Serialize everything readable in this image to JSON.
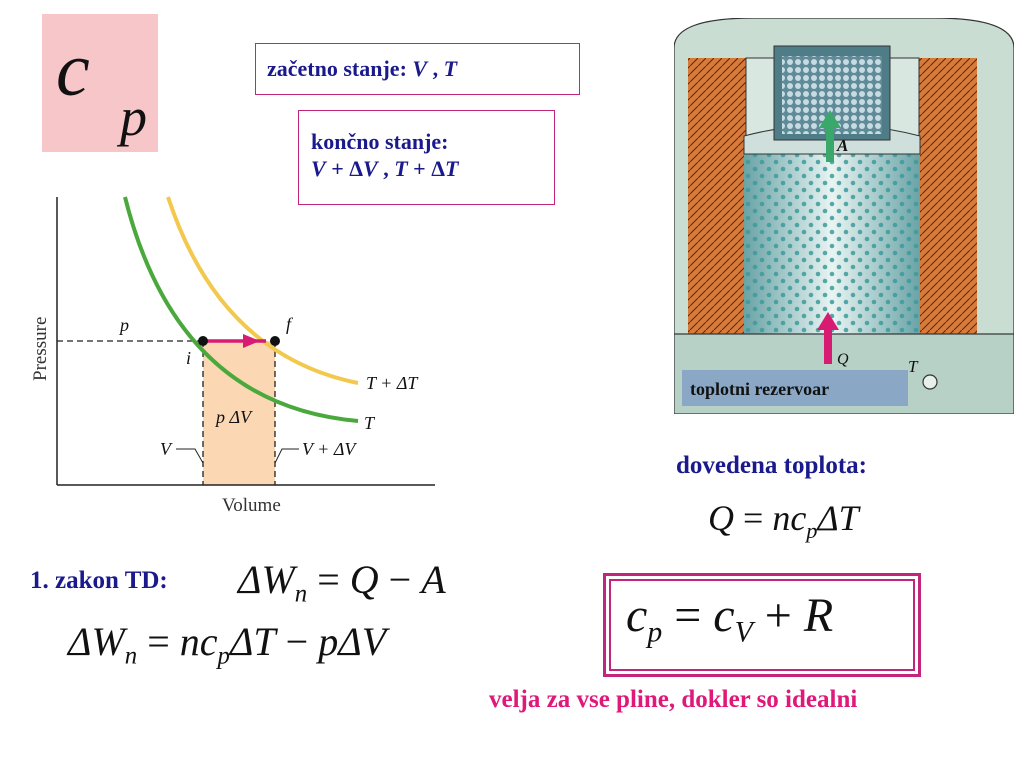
{
  "title_symbol": {
    "c": "c",
    "p": "p"
  },
  "initial_state": {
    "label": "začetno stanje:",
    "V": "V",
    "sep": " , ",
    "T": "T"
  },
  "final_state": {
    "label": "končno stanje:",
    "V": "V",
    "plus": " + ",
    "delta": "Δ",
    "sep": " , ",
    "T": "T"
  },
  "pv_diagram": {
    "ylabel": "Pressure",
    "xlabel": "Volume",
    "p_label": "p",
    "i_label": "i",
    "f_label": "f",
    "work_label": "p ΔV",
    "V_label": "V",
    "V_dV_label": "V + ΔV",
    "isotherm_T": "T",
    "isotherm_TdT": "T + ΔT"
  },
  "cylinder": {
    "reservoir_label": "toplotni rezervoar",
    "A_label": "A",
    "Q_label": "Q",
    "T_label": "T"
  },
  "heat": {
    "label": "dovedena toplota:",
    "Q": "Q",
    "eq": " = ",
    "n": "n",
    "c": "c",
    "p": "p",
    "dT": "ΔT"
  },
  "law": {
    "label": "1. zakon TD:",
    "dW": "ΔW",
    "n_sub": "n",
    "eq": " = ",
    "Q": "Q",
    "minus": " − ",
    "A": "A",
    "rhs2_ncp": "nc",
    "rhs2_p": "p",
    "rhs2_dT": "ΔT",
    "rhs2_pdV": "pΔV"
  },
  "mayer": {
    "cp_c": "c",
    "cp_p": "p",
    "eq": " = ",
    "cv_c": "c",
    "cv_V": "V",
    "plus": " + ",
    "R": "R"
  },
  "note": "velja za vse pline, dokler so idealni",
  "colors": {
    "accent": "#c2257a",
    "blue_text": "#1a1a8c",
    "pink_text": "#e0187a",
    "isotherm_T": "#4aa83c",
    "isotherm_TdT": "#f2c94c",
    "work_area": "#fcd7b4",
    "process_arrow": "#d81b72"
  }
}
